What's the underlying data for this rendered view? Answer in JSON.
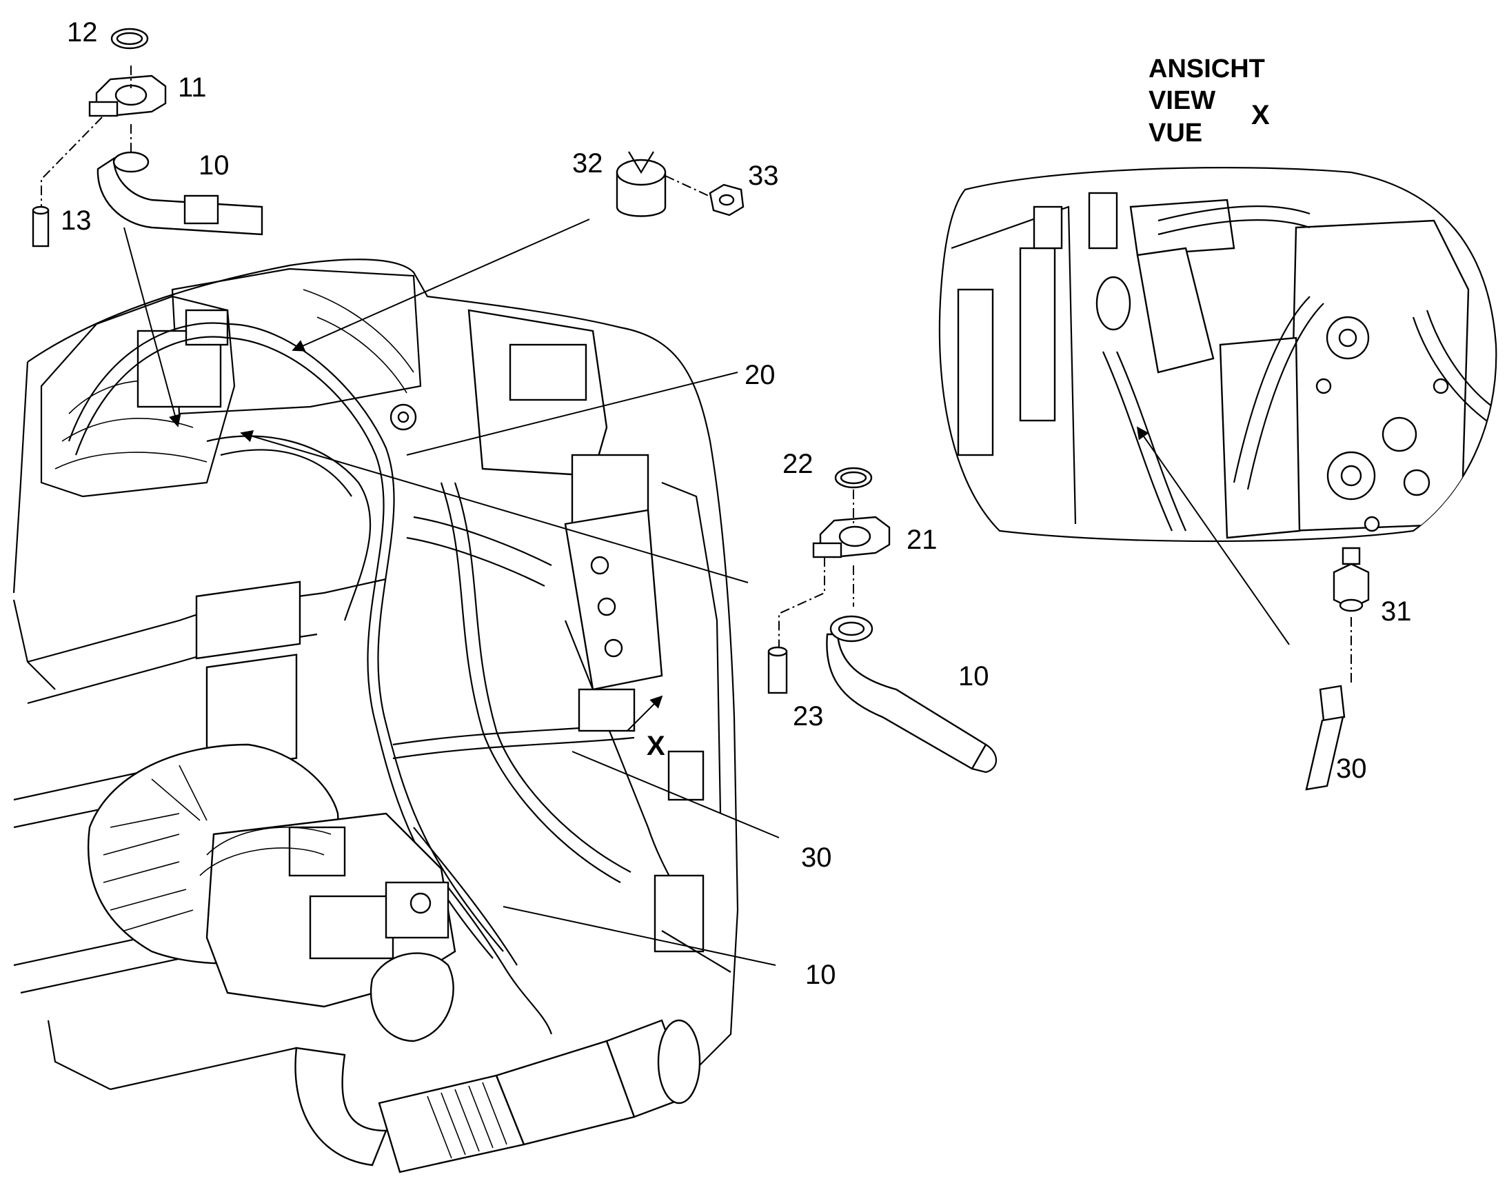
{
  "view_label": {
    "line1": "ANSICHT",
    "line2": "VIEW",
    "line3": "VUE",
    "marker": "X"
  },
  "view_marker_main": "X",
  "callouts": {
    "c12": "12",
    "c11": "11",
    "c10_top": "10",
    "c13": "13",
    "c32": "32",
    "c33": "33",
    "c20": "20",
    "c22": "22",
    "c21": "21",
    "c23": "23",
    "c10_mid": "10",
    "c31": "31",
    "c30_detail": "30",
    "c30_main": "30",
    "c10_bottom": "10"
  }
}
